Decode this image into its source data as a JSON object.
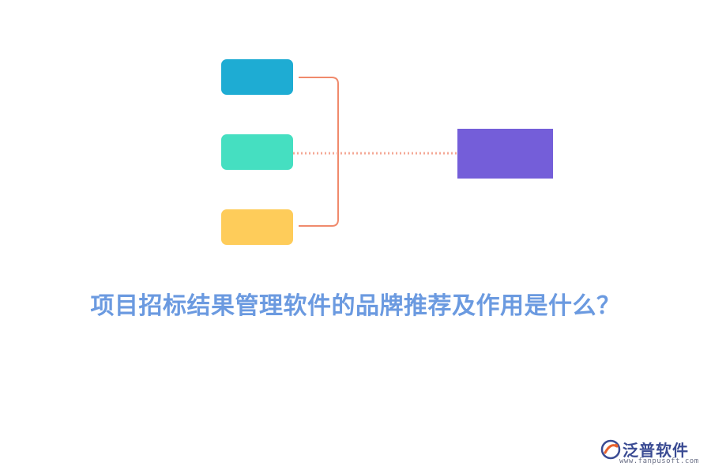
{
  "diagram": {
    "colors": {
      "box_1": "#1eacd3",
      "box_2": "#45dfc1",
      "box_3": "#fecc5a",
      "target": "#745ed9",
      "bracket": "#f08a6c",
      "dotted_line": "#f4a896",
      "title": "#6b9ae0"
    },
    "title": "项目招标结果管理软件的品牌推荐及作用是什么？"
  },
  "logo": {
    "name": "泛普软件",
    "url": "www.fanpusoft.com",
    "icon": "fanpu-logo-icon"
  }
}
